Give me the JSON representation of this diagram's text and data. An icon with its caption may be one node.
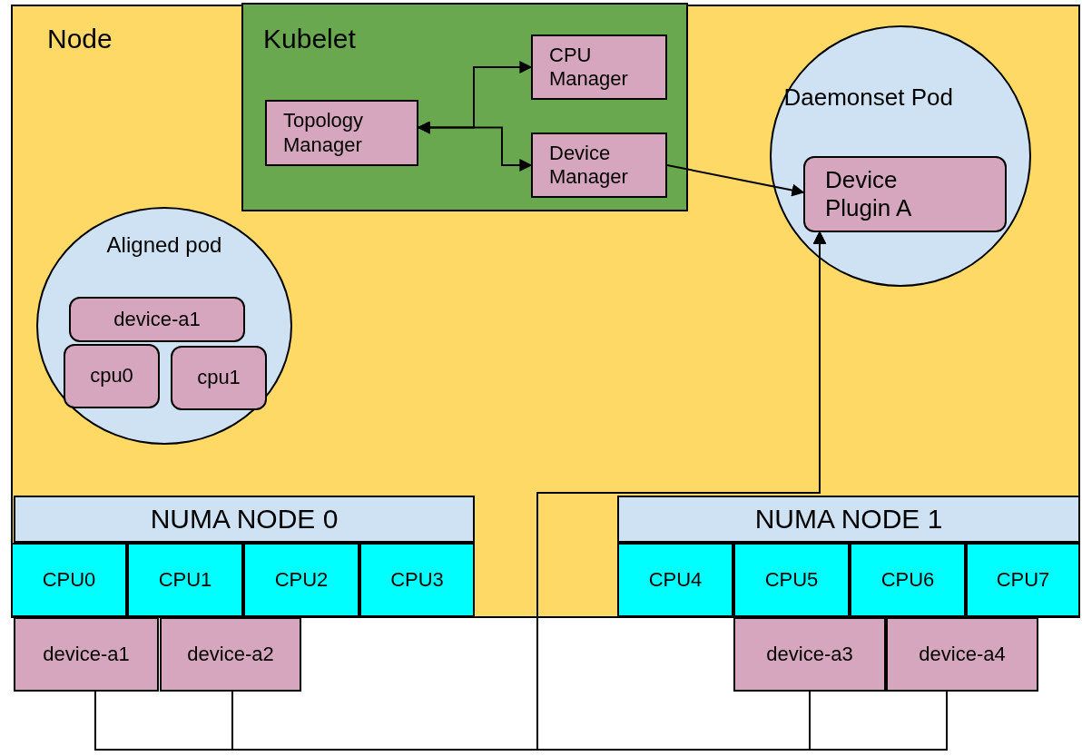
{
  "diagram": {
    "nodes": [
      {
        "text": [
          "Node"
        ]
      },
      {
        "text": [
          "Kubelet"
        ],
        "in": 0
      },
      {
        "text": [
          "Topology Manager"
        ],
        "in": 1
      },
      {
        "text": [
          "CPU Manager"
        ],
        "in": 1
      },
      {
        "text": [
          "Device Manager"
        ],
        "in": 1
      },
      {
        "text": [
          "Daemonset Pod"
        ],
        "in": 0
      },
      {
        "text": [
          "Device Plugin A"
        ],
        "in": 5
      },
      {
        "text": [
          "Aligned pod"
        ],
        "in": 0
      },
      {
        "text": [
          "device-a1"
        ],
        "in": 7
      },
      {
        "text": [
          "cpu0"
        ],
        "in": 7
      },
      {
        "text": [
          "cpu1"
        ],
        "in": 7
      },
      {
        "text": [
          "NUMA NODE 0"
        ],
        "in": 0
      },
      {
        "text": [
          "CPU0"
        ],
        "in": 0
      },
      {
        "text": [
          "CPU1"
        ],
        "in": 0
      },
      {
        "text": [
          "CPU2"
        ],
        "in": 0
      },
      {
        "text": [
          "CPU3"
        ],
        "in": 0
      },
      {
        "text": [
          "NUMA NODE 1"
        ],
        "in": 0
      },
      {
        "text": [
          "CPU4"
        ],
        "in": 0
      },
      {
        "text": [
          "CPU5"
        ],
        "in": 0
      },
      {
        "text": [
          "CPU6"
        ],
        "in": 0
      },
      {
        "text": [
          "CPU7"
        ],
        "in": 0
      },
      {
        "text": [
          "device-a1"
        ]
      },
      {
        "text": [
          "device-a2"
        ]
      },
      {
        "text": [
          "device-a3"
        ]
      },
      {
        "text": [
          "device-a4"
        ]
      }
    ],
    "edges": [
      {
        "from": 2,
        "to": 3,
        "arrow": "both"
      },
      {
        "from": 2,
        "to": 4,
        "arrow": "both"
      },
      {
        "from": 4,
        "to": 6,
        "arrow": "to"
      },
      {
        "from": 21,
        "to": 6,
        "arrow": "to"
      },
      {
        "from": 22,
        "to": 6,
        "arrow": "to"
      },
      {
        "from": 23,
        "to": 6,
        "arrow": "to"
      },
      {
        "from": 24,
        "to": 6,
        "arrow": "to"
      }
    ]
  }
}
